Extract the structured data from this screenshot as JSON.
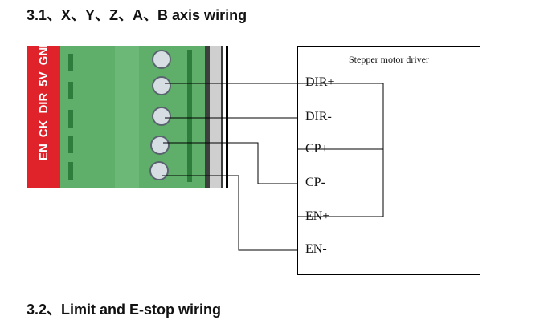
{
  "section1": {
    "heading": "3.1、X、Y、Z、A、B axis wiring"
  },
  "section2": {
    "heading": "3.2、Limit and E-stop wiring"
  },
  "terminal": {
    "labels": [
      "GND",
      "5V",
      "DIR",
      "CK",
      "EN"
    ],
    "board_color": "#e0232b",
    "block_color": "#5fae6a"
  },
  "driver": {
    "title": "Stepper motor driver",
    "pins": [
      "DIR+",
      "DIR-",
      "CP+",
      "CP-",
      "EN+",
      "EN-"
    ]
  }
}
